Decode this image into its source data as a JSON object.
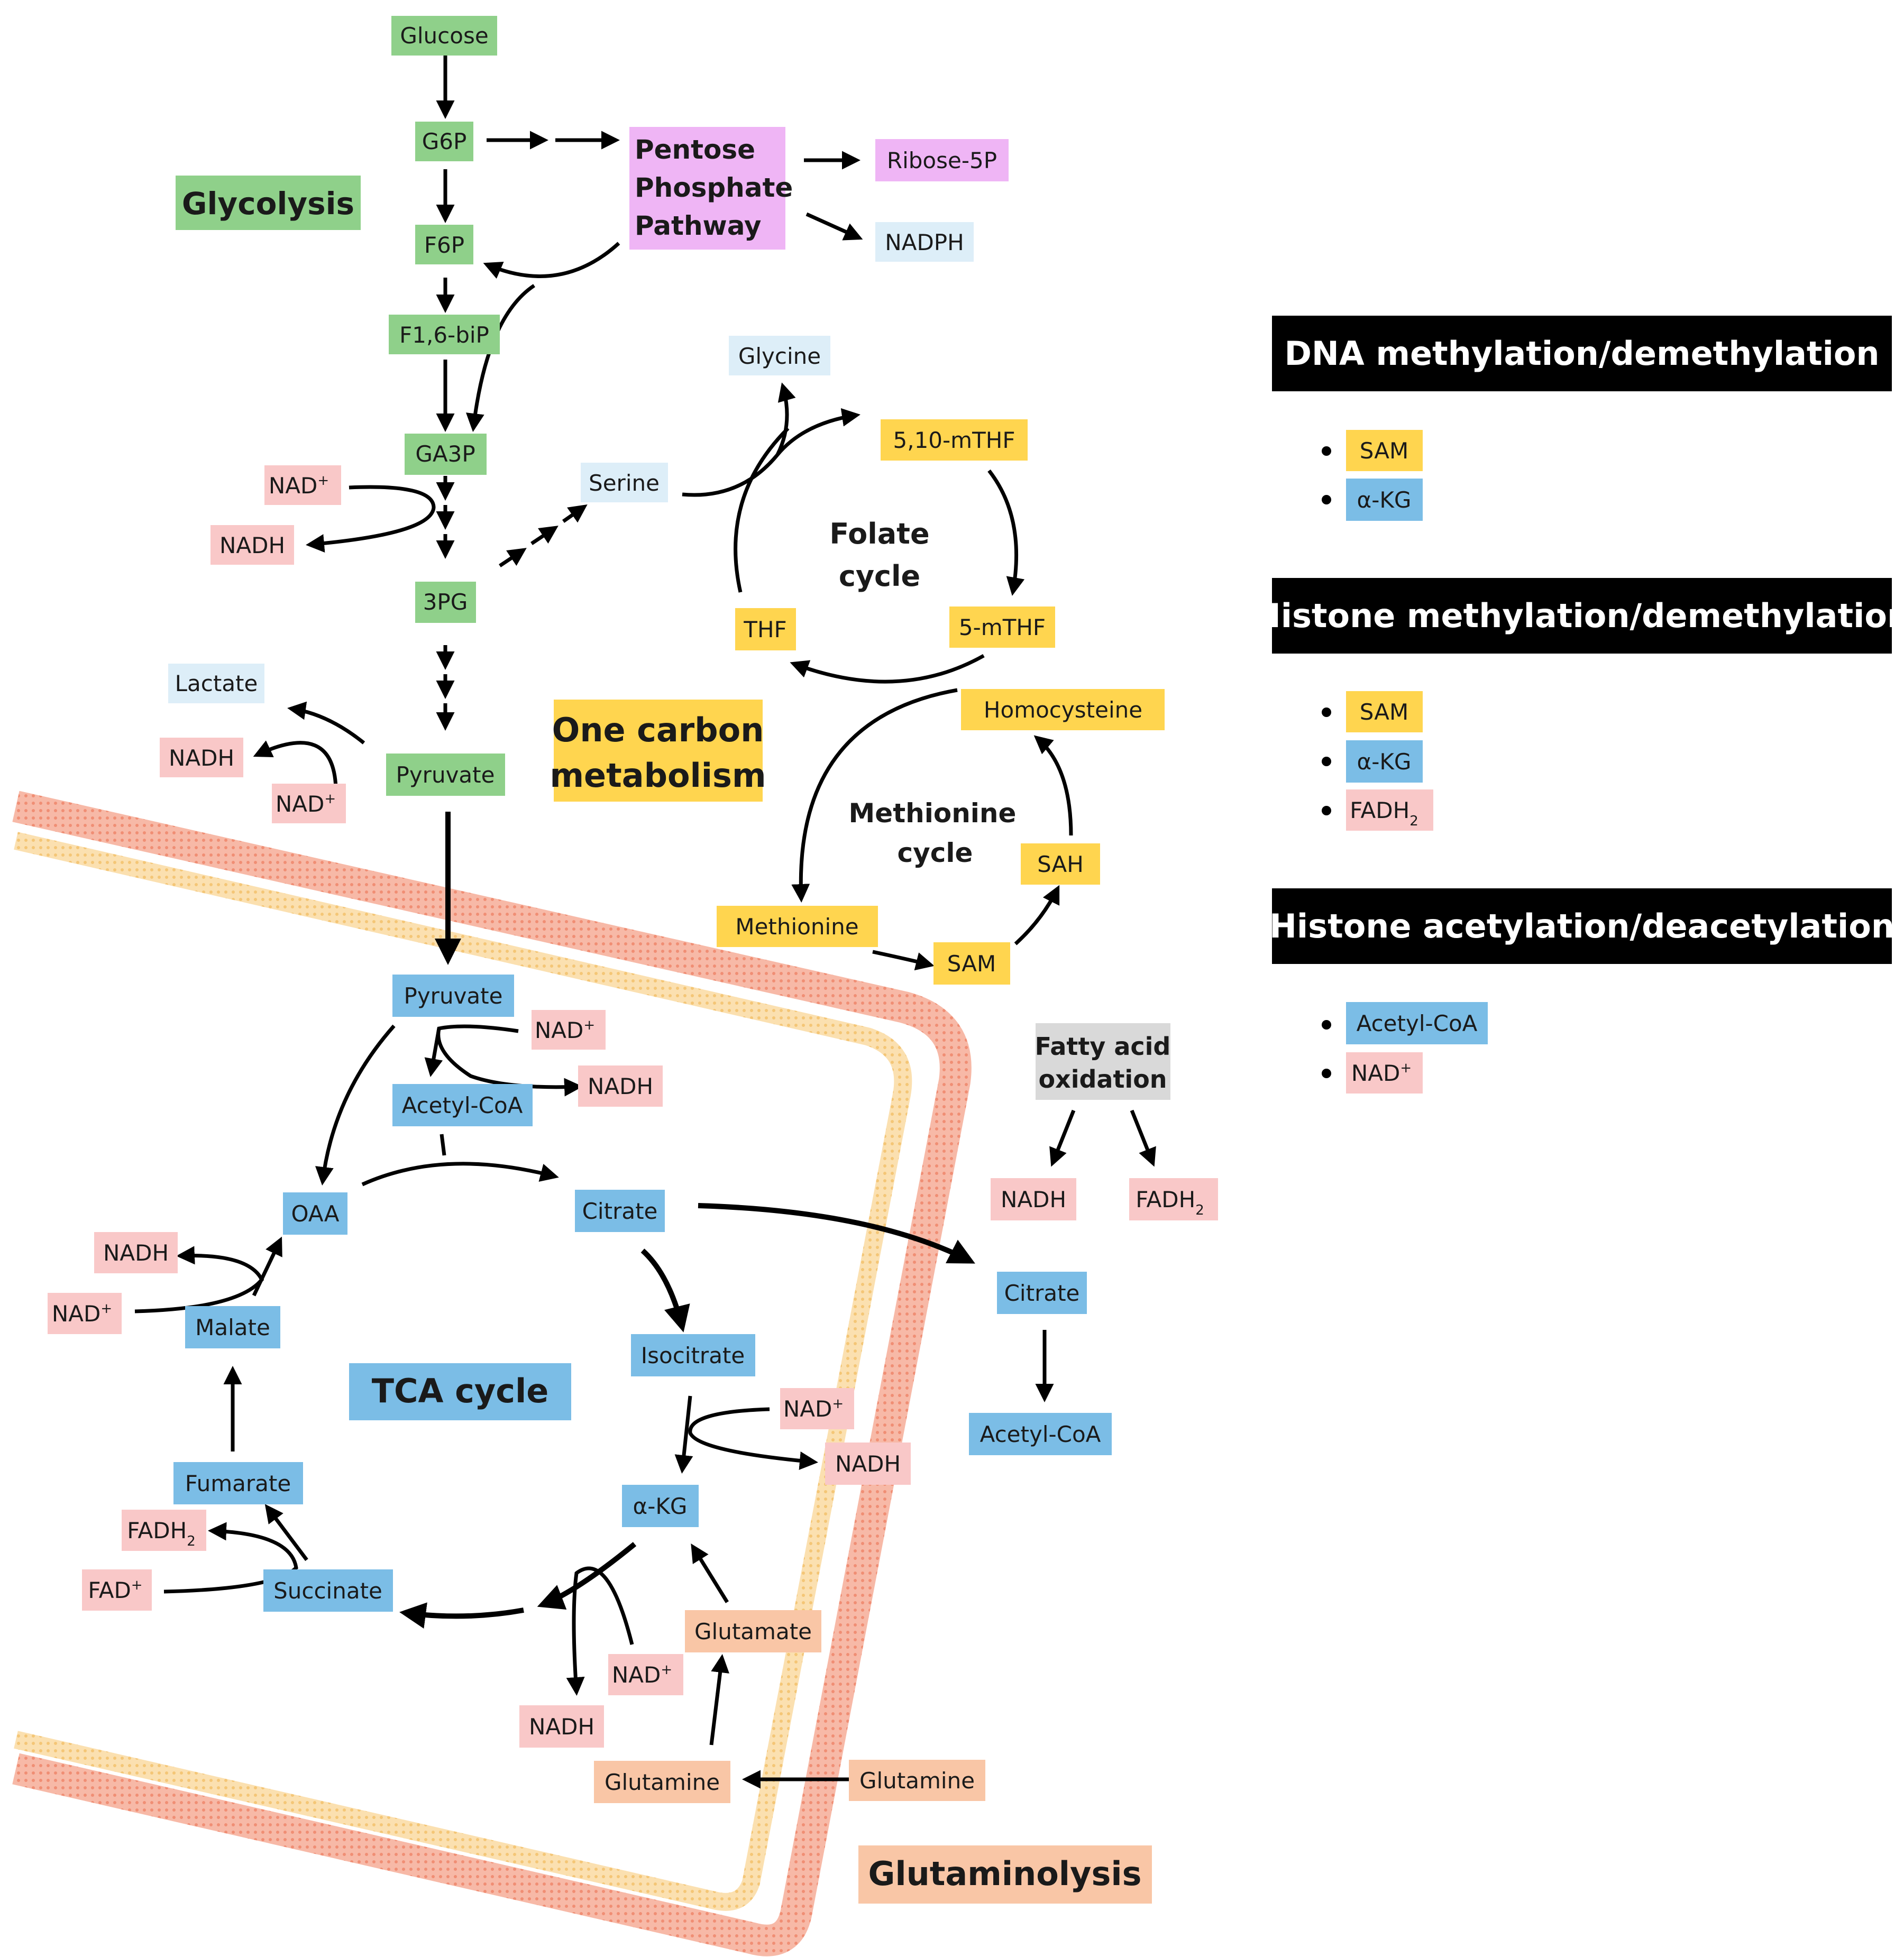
{
  "colors": {
    "glycolysis": "#8fd08a",
    "ppp": "#efb5f5",
    "light_blue": "#ddeef8",
    "folate": "#ffd54f",
    "tca": "#7bbde6",
    "red": "#f9c8c8",
    "glutamine": "#f9c6a6",
    "fatty": "#d9d9d9",
    "legend_header": "#000000",
    "membrane_outer": "#f3a08c",
    "membrane_inner": "#f7cf88"
  },
  "sections": {
    "glycolysis": "Glycolysis",
    "ppp_line1": "Pentose",
    "ppp_line2": "Phosphate",
    "ppp_line3": "Pathway",
    "one_carbon_line1": "One carbon",
    "one_carbon_line2": "metabolism",
    "folate_line1": "Folate",
    "folate_line2": "cycle",
    "methionine_line1": "Methionine",
    "methionine_line2": "cycle",
    "tca": "TCA cycle",
    "fatty_line1": "Fatty acid",
    "fatty_line2": "oxidation",
    "glutaminolysis": "Glutaminolysis"
  },
  "glycolysis": {
    "glucose": "Glucose",
    "g6p": "G6P",
    "f6p": "F6P",
    "f16bip": "F1,6-biP",
    "ga3p": "GA3P",
    "pg3": "3PG",
    "pyruvate": "Pyruvate",
    "nad": "NAD",
    "nadh": "NADH",
    "lactate": "Lactate",
    "nadh_lactate": "NADH",
    "nad_lactate": "NAD"
  },
  "ppp": {
    "ribose": "Ribose-5P",
    "nadph": "NADPH"
  },
  "one_carbon": {
    "glycine": "Glycine",
    "serine": "Serine",
    "mthf510": "5,10-mTHF",
    "mthf5": "5-mTHF",
    "thf": "THF",
    "homocysteine": "Homocysteine",
    "sah": "SAH",
    "sam": "SAM",
    "methionine": "Methionine"
  },
  "tca": {
    "pyruvate": "Pyruvate",
    "nad_pyr": "NAD",
    "nadh_pyr": "NADH",
    "acetyl_coa": "Acetyl-CoA",
    "oaa": "OAA",
    "citrate": "Citrate",
    "nadh_mal": "NADH",
    "nad_mal": "NAD",
    "malate": "Malate",
    "isocitrate": "Isocitrate",
    "nad_iso": "NAD",
    "nadh_iso": "NADH",
    "fumarate": "Fumarate",
    "fadh2": "FADH",
    "fad": "FAD",
    "succinate": "Succinate",
    "akg": "α-KG",
    "nad_akg": "NAD",
    "nadh_akg": "NADH",
    "glutamate": "Glutamate",
    "glutamine_in": "Glutamine",
    "glutamine_out": "Glutamine"
  },
  "cytosol": {
    "citrate": "Citrate",
    "acetyl_coa": "Acetyl-CoA",
    "nadh": "NADH",
    "fadh2": "FADH"
  },
  "superscripts": {
    "plus": "+",
    "sub2": "2"
  },
  "legend": [
    {
      "title": "DNA methylation/demethylation",
      "items": [
        {
          "text": "SAM",
          "color": "#ffd54f"
        },
        {
          "text": "α-KG",
          "color": "#7bbde6"
        }
      ]
    },
    {
      "title": "Histone methylation/demethylation",
      "items": [
        {
          "text": "SAM",
          "color": "#ffd54f"
        },
        {
          "text": "α-KG",
          "color": "#7bbde6"
        },
        {
          "text": "FADH",
          "color": "#f9c8c8",
          "sub": "2"
        }
      ]
    },
    {
      "title": "Histone acetylation/deacetylation",
      "items": [
        {
          "text": "Acetyl-CoA",
          "color": "#7bbde6"
        },
        {
          "text": "NAD",
          "color": "#f9c8c8",
          "sup": "+"
        }
      ]
    }
  ]
}
